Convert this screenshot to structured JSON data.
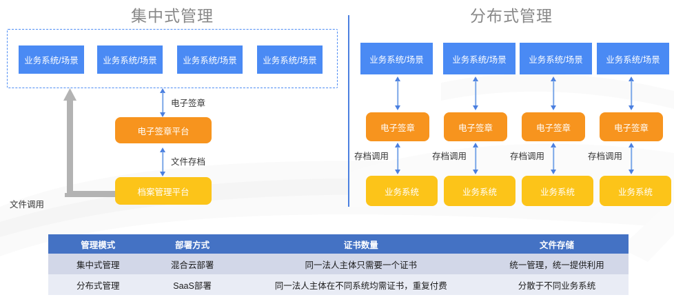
{
  "panels": {
    "left": {
      "title": "集中式管理",
      "top_nodes": [
        {
          "label": "业务系统/场景"
        },
        {
          "label": "业务系统/场景"
        },
        {
          "label": "业务系统/场景"
        },
        {
          "label": "业务系统/场景"
        }
      ],
      "platforms": [
        {
          "label": "电子签章平台",
          "color": "#f7941e"
        },
        {
          "label": "档案管理平台",
          "color": "#fcc419"
        }
      ],
      "arrow_labels": {
        "signature": "电子签章",
        "archive": "文件存档",
        "file_call": "文件调用"
      }
    },
    "right": {
      "title": "分布式管理",
      "top_nodes": [
        {
          "label": "业务系统/场景"
        },
        {
          "label": "业务系统/场景"
        },
        {
          "label": "业务系统/场景"
        },
        {
          "label": "业务系统/场景"
        }
      ],
      "mid_nodes": [
        {
          "label": "电子签章"
        },
        {
          "label": "电子签章"
        },
        {
          "label": "电子签章"
        },
        {
          "label": "电子签章"
        }
      ],
      "bottom_nodes": [
        {
          "label": "业务系统"
        },
        {
          "label": "业务系统"
        },
        {
          "label": "业务系统"
        },
        {
          "label": "业务系统"
        }
      ],
      "arrow_labels": {
        "archive_call": [
          "存档调用",
          "存档调用",
          "存档调用",
          "存档调用"
        ]
      }
    }
  },
  "table": {
    "headers": [
      "管理模式",
      "部署方式",
      "证书数量",
      "文件存储"
    ],
    "rows": [
      [
        "集中式管理",
        "混合云部署",
        "同一法人主体只需要一个证书",
        "统一管理，统一提供利用"
      ],
      [
        "分布式管理",
        "SaaS部署",
        "同一法人主体在不同系统均需证书，重复付费",
        "分散于不同业务系统"
      ]
    ]
  },
  "colors": {
    "blue_node": "#4a8af4",
    "orange_node": "#f7941e",
    "yellow_node": "#fcc419",
    "arrow_blue": "#4a7fe0",
    "divider_blue": "#4a7fe0",
    "dashed_border": "#4a8af4",
    "table_header": "#4472c4",
    "table_row_a": "#d2d7e8",
    "table_row_b": "#e9ecf5",
    "title_gray": "#888888",
    "grey_arrow": "#b3b3b3"
  }
}
